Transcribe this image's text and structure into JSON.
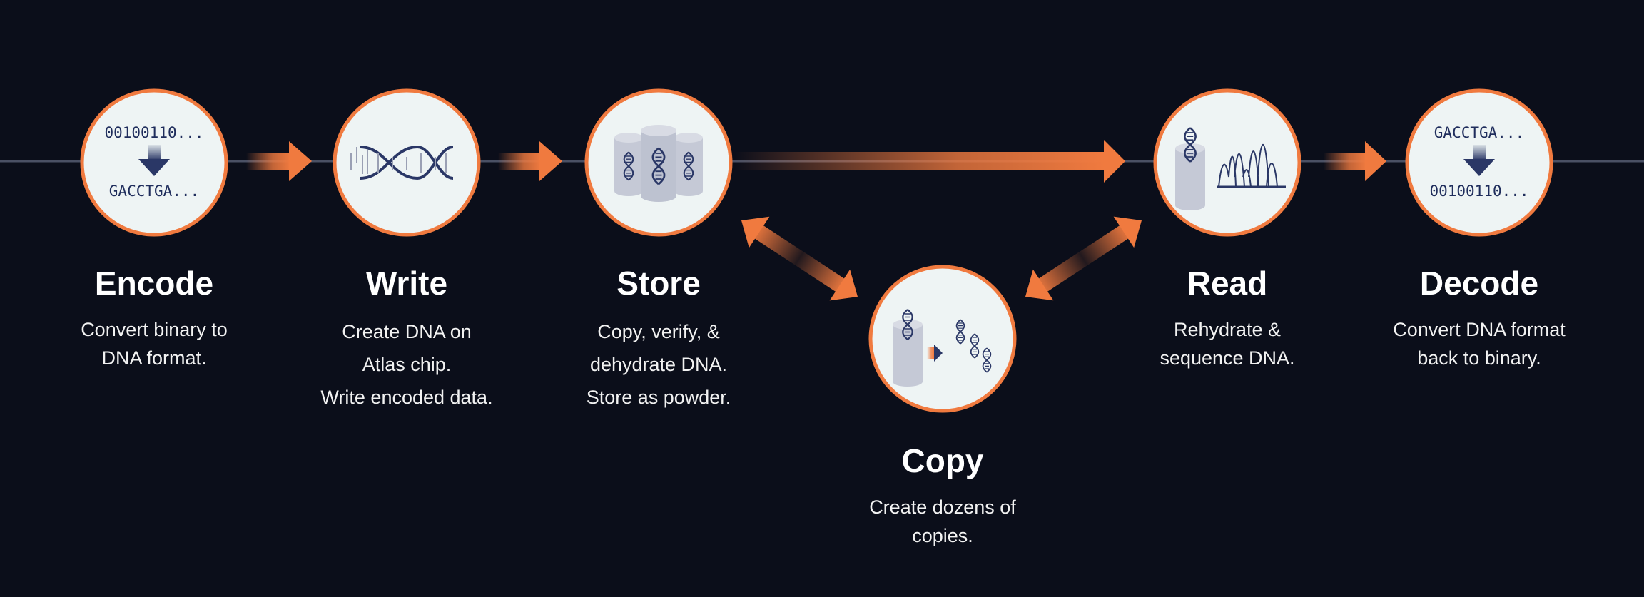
{
  "colors": {
    "background": "#0b0e1a",
    "accent": "#f07a3f",
    "circle_fill": "#eef4f4",
    "icon": "#2a3766",
    "line": "#4a5064"
  },
  "steps": [
    {
      "title": "Encode",
      "desc": [
        "Convert binary to",
        "DNA format."
      ],
      "icon": "binary-to-dna-icon",
      "top_text": "00100110...",
      "bottom_text": "GACCTGA..."
    },
    {
      "title": "Write",
      "desc": [
        "Create DNA on",
        "Atlas chip.",
        "Write encoded data."
      ],
      "icon": "dna-helix-icon"
    },
    {
      "title": "Store",
      "desc": [
        "Copy, verify, &",
        "dehydrate DNA.",
        "Store as powder."
      ],
      "icon": "storage-vials-icon"
    },
    {
      "title": "Copy",
      "desc": [
        "Create dozens of",
        "copies."
      ],
      "icon": "copy-dna-icon"
    },
    {
      "title": "Read",
      "desc": [
        "Rehydrate &",
        "sequence DNA."
      ],
      "icon": "sequencing-icon"
    },
    {
      "title": "Decode",
      "desc": [
        "Convert DNA format",
        "back to binary."
      ],
      "icon": "dna-to-binary-icon",
      "top_text": "GACCTGA...",
      "bottom_text": "00100110..."
    }
  ]
}
